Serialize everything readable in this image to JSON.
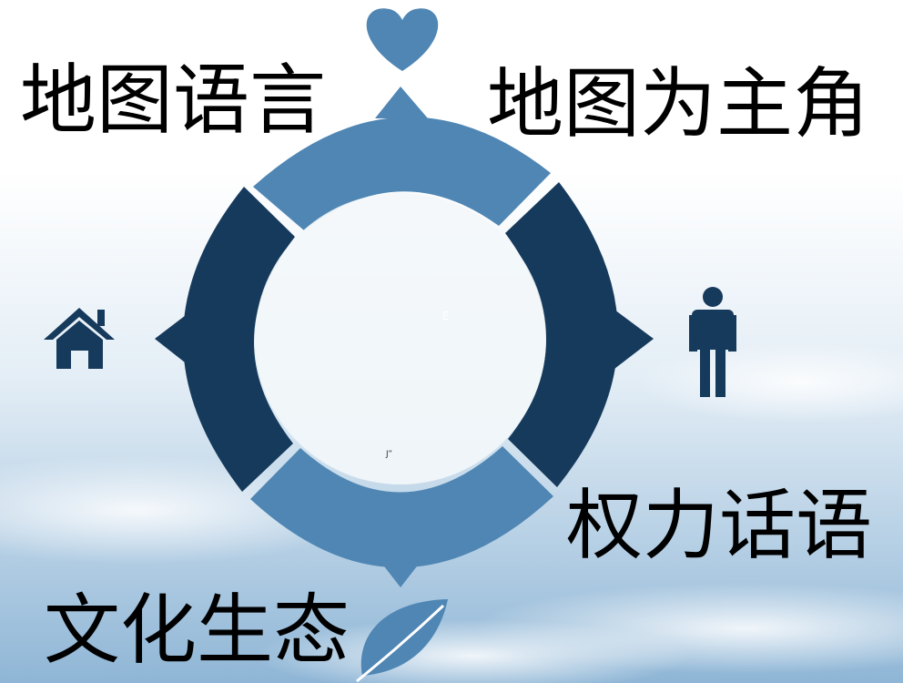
{
  "labels": {
    "top_left": "地图语言",
    "top_right": "地图为主角",
    "bottom_right": "权力话语",
    "bottom_left": "文化生态"
  },
  "center_marks": {
    "mark_a": "E",
    "mark_b": "J”"
  },
  "icons": {
    "top": "heart-icon",
    "left": "house-icon",
    "right": "person-icon",
    "bottom_left": "leaf-icon"
  },
  "colors": {
    "light_segment": "#4f86b4",
    "dark_segment": "#163a5c",
    "text": "#000000",
    "sky_top": "#ffffff",
    "sky_bottom": "#8fb6d6"
  }
}
